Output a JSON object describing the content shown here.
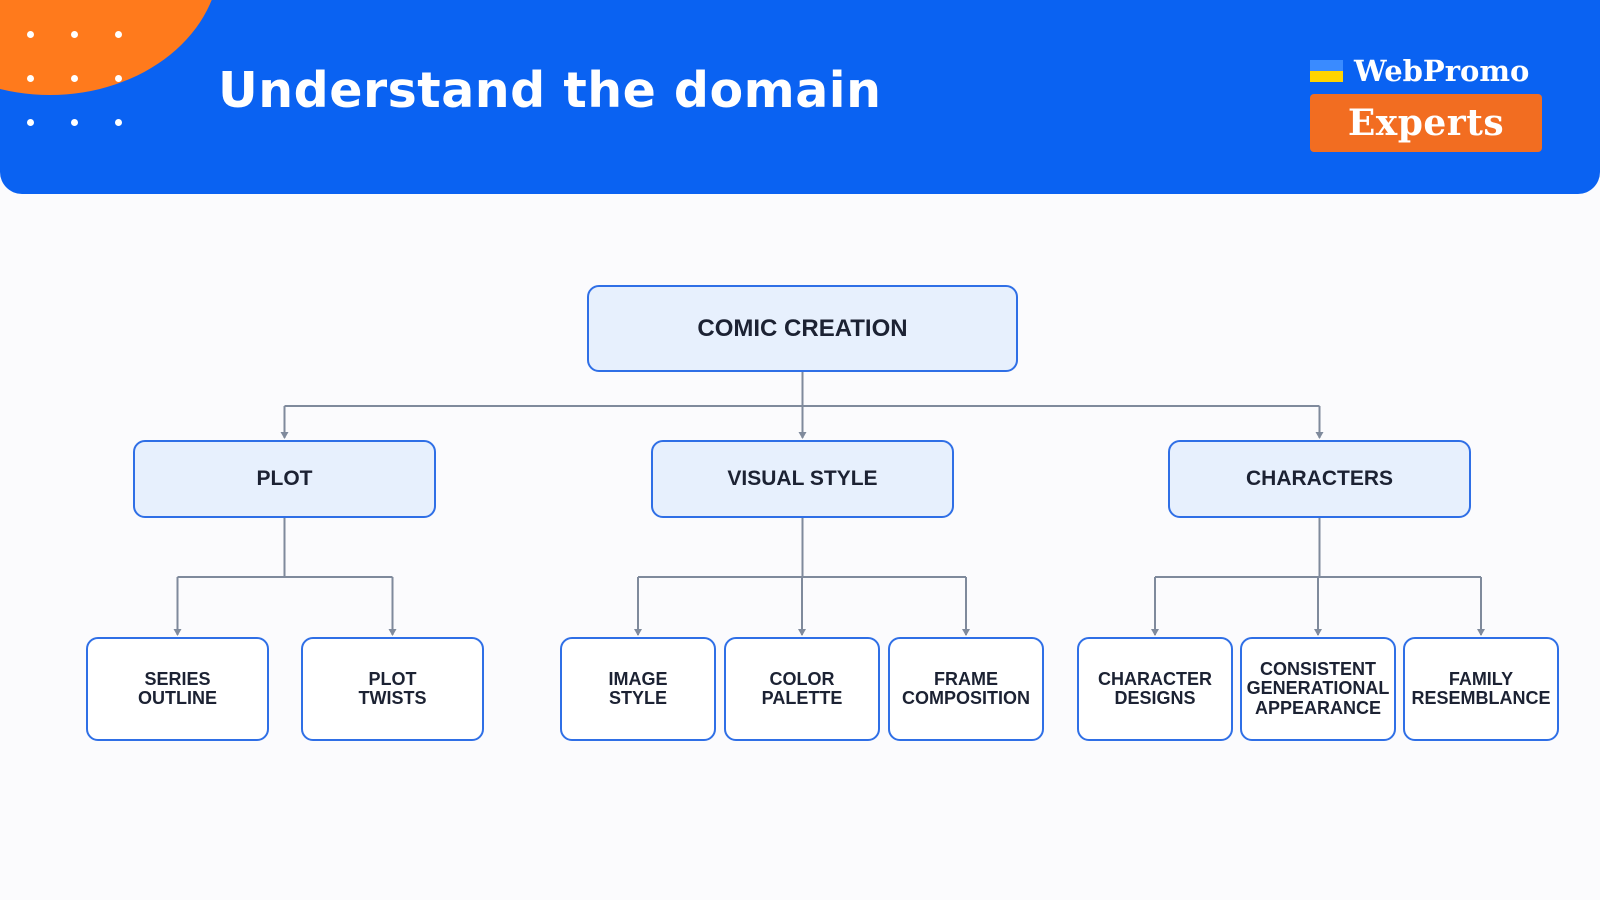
{
  "header": {
    "title": "Understand the domain",
    "logo_text_top": "WebPromo",
    "logo_text_badge": "Experts"
  },
  "colors": {
    "header_bg": "#0a62f2",
    "accent_orange": "#ff7a1c",
    "node_border": "#2f6fe6",
    "node_fill": "#e7f0fd",
    "connector": "#7f8a9c"
  },
  "diagram": {
    "root": {
      "label": "COMIC CREATION"
    },
    "branches": [
      {
        "label": "PLOT",
        "children": [
          "SERIES\nOUTLINE",
          "PLOT\nTWISTS"
        ]
      },
      {
        "label": "VISUAL STYLE",
        "children": [
          "IMAGE\nSTYLE",
          "COLOR\nPALETTE",
          "FRAME\nCOMPOSITION"
        ]
      },
      {
        "label": "CHARACTERS",
        "children": [
          "CHARACTER\nDESIGNS",
          "CONSISTENT\nGENERATIONAL\nAPPEARANCE",
          "FAMILY\nRESEMBLANCE"
        ]
      }
    ]
  }
}
